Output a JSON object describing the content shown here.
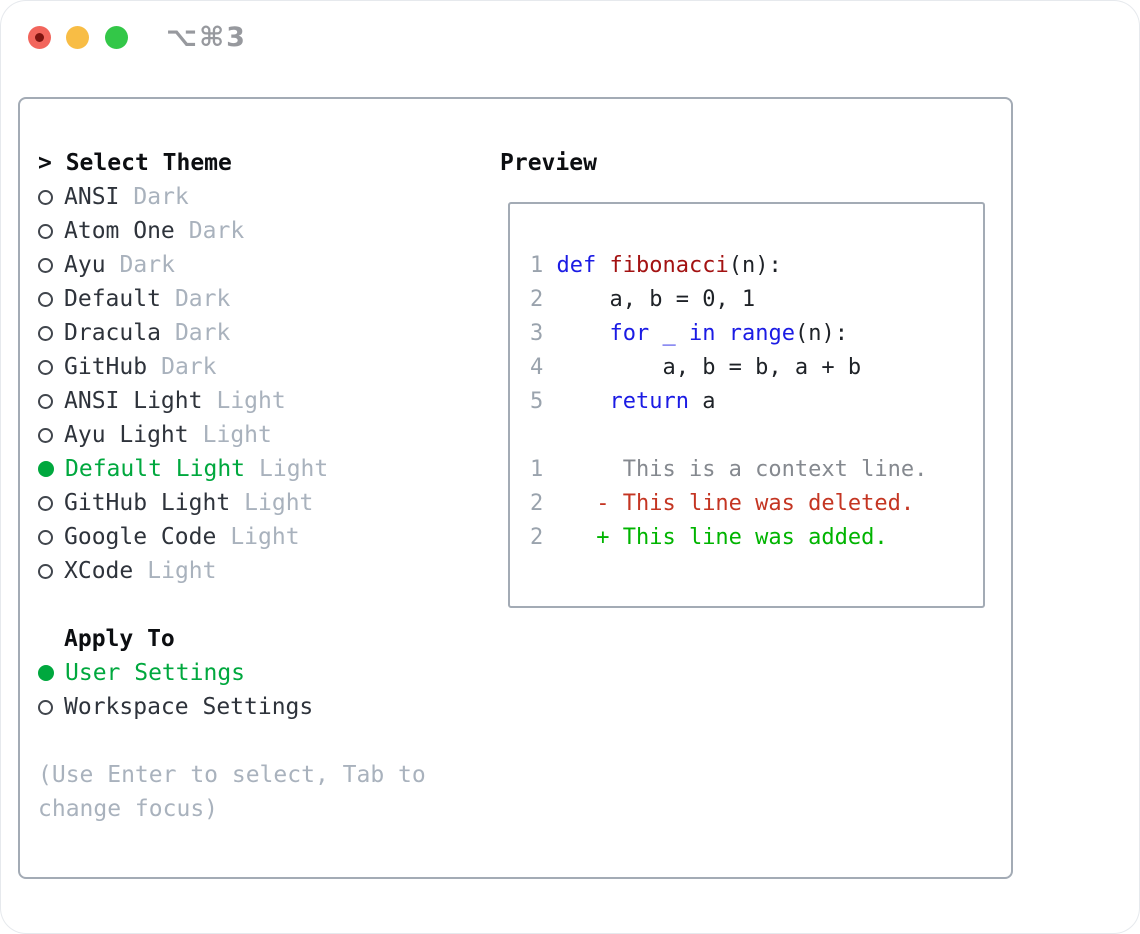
{
  "titlebar": {
    "title": "⌥⌘3",
    "buttons": [
      "close",
      "minimize",
      "zoom"
    ]
  },
  "theme_panel": {
    "prompt": "> ",
    "title": "Select Theme",
    "themes": [
      {
        "name": "ANSI",
        "tag": "Dark",
        "selected": false
      },
      {
        "name": "Atom One",
        "tag": "Dark",
        "selected": false
      },
      {
        "name": "Ayu",
        "tag": "Dark",
        "selected": false
      },
      {
        "name": "Default",
        "tag": "Dark",
        "selected": false
      },
      {
        "name": "Dracula",
        "tag": "Dark",
        "selected": false
      },
      {
        "name": "GitHub",
        "tag": "Dark",
        "selected": false
      },
      {
        "name": "ANSI Light",
        "tag": "Light",
        "selected": false
      },
      {
        "name": "Ayu Light",
        "tag": "Light",
        "selected": false
      },
      {
        "name": "Default Light",
        "tag": "Light",
        "selected": true
      },
      {
        "name": "GitHub Light",
        "tag": "Light",
        "selected": false
      },
      {
        "name": "Google Code",
        "tag": "Light",
        "selected": false
      },
      {
        "name": "XCode",
        "tag": "Light",
        "selected": false
      }
    ],
    "apply_to": {
      "title": "Apply To",
      "options": [
        {
          "name": "User Settings",
          "selected": true
        },
        {
          "name": "Workspace Settings",
          "selected": false
        }
      ]
    },
    "hint_line1": "(Use Enter to select, Tab to",
    "hint_line2": "change focus)"
  },
  "preview": {
    "title": "Preview",
    "lines": [
      {
        "tokens": [
          [
            "ln",
            "1"
          ],
          [
            "pl",
            " "
          ],
          [
            "kw",
            "def"
          ],
          [
            "pl",
            " "
          ],
          [
            "fn",
            "fibonacci"
          ],
          [
            "pl",
            "(n):"
          ]
        ]
      },
      {
        "tokens": [
          [
            "ln",
            "2"
          ],
          [
            "pl",
            "     a, b = 0, 1"
          ]
        ]
      },
      {
        "tokens": [
          [
            "ln",
            "3"
          ],
          [
            "pl",
            "     "
          ],
          [
            "kw",
            "for"
          ],
          [
            "pl",
            " "
          ],
          [
            "kw",
            "_"
          ],
          [
            "pl",
            " "
          ],
          [
            "kw",
            "in"
          ],
          [
            "pl",
            " "
          ],
          [
            "kw",
            "range"
          ],
          [
            "pl",
            "(n):"
          ]
        ]
      },
      {
        "tokens": [
          [
            "ln",
            "4"
          ],
          [
            "pl",
            "         a, b = b, a + b"
          ]
        ]
      },
      {
        "tokens": [
          [
            "ln",
            "5"
          ],
          [
            "pl",
            "     "
          ],
          [
            "kw",
            "return"
          ],
          [
            "pl",
            " a"
          ]
        ]
      },
      {
        "tokens": []
      },
      {
        "tokens": [
          [
            "ln",
            "1"
          ],
          [
            "ctx",
            "      This is a context line."
          ]
        ]
      },
      {
        "tokens": [
          [
            "ln",
            "2"
          ],
          [
            "del",
            "    - This line was deleted."
          ]
        ]
      },
      {
        "tokens": [
          [
            "ln",
            "2"
          ],
          [
            "add",
            "    + This line was added."
          ]
        ]
      }
    ]
  },
  "colors": {
    "accent_green": "#00a83e",
    "keyword_blue": "#1b1be4",
    "function_red": "#a31212",
    "deleted_red": "#c43522",
    "added_green": "#00b400",
    "context_gray": "#85898f",
    "line_number_gray": "#9aa3ad",
    "muted_gray": "#a9b2bd",
    "text_dark": "#2e333b",
    "heading_black": "#0c0e11",
    "border_gray": "#a3abb5",
    "titlebar_gray": "#97999e",
    "traffic_red": "#f2655c",
    "traffic_red_dot": "#7e1410",
    "traffic_yellow": "#f8bd45",
    "traffic_green": "#33c748"
  }
}
